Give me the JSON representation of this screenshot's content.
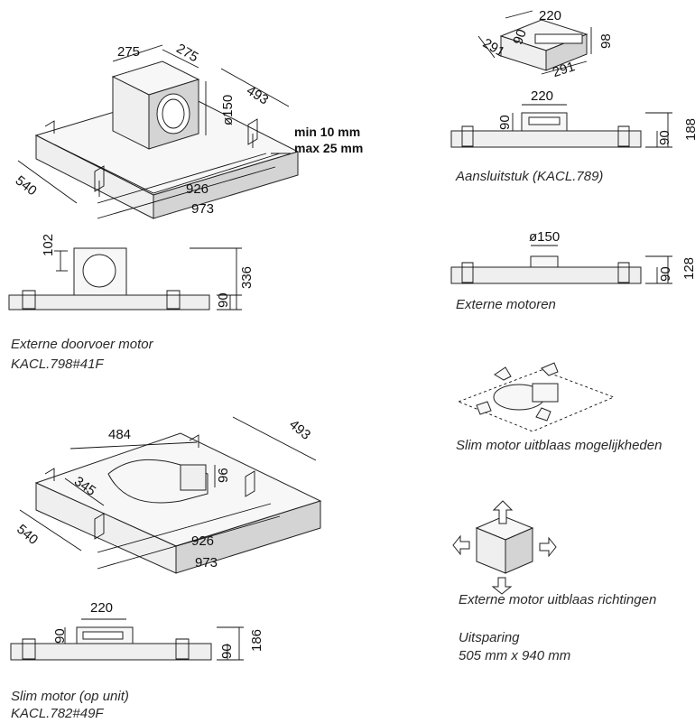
{
  "drawings": {
    "externe_doorvoer_iso": {
      "dim_motor_w": "275",
      "dim_motor_d": "275",
      "dim_depth": "493",
      "dim_dia": "ø150",
      "note_min": "min 10 mm",
      "note_max": "max 25 mm",
      "dim_width_inner": "926",
      "dim_width_outer": "973",
      "dim_side": "540"
    },
    "externe_doorvoer_side": {
      "dim_offset": "102",
      "dim_total": "336",
      "dim_body": "90"
    },
    "aansluitstuk_iso": {
      "dim_len": "220",
      "dim_h": "90",
      "dim_d1": "291",
      "dim_d2": "291",
      "dim_w": "98"
    },
    "aansluitstuk_side": {
      "dim_len": "220",
      "dim_h": "90",
      "dim_body": "90",
      "dim_total": "188"
    },
    "externe_motoren_side": {
      "dim_dia": "ø150",
      "dim_body": "90",
      "dim_total": "128"
    },
    "slim_motor_iso": {
      "dim_len": "484",
      "dim_depth": "493",
      "dim_h": "96",
      "dim_offset": "345",
      "dim_width_inner": "926",
      "dim_width_outer": "973",
      "dim_side": "540"
    },
    "slim_motor_side": {
      "dim_len": "220",
      "dim_h": "90",
      "dim_body": "90",
      "dim_total": "186"
    }
  },
  "captions": {
    "externe_doorvoer_line1": "Externe doorvoer motor",
    "externe_doorvoer_line2": "KACL.798#41F",
    "aansluitstuk": "Aansluitstuk (KACL.789)",
    "externe_motoren": "Externe motoren",
    "slim_uitblaas": "Slim motor uitblaas mogelijkheden",
    "externe_richtingen": "Externe motor uitblaas richtingen",
    "uitsparing_line1": "Uitsparing",
    "uitsparing_line2": "505 mm x 940 mm",
    "slim_motor_line1": "Slim motor (op unit)",
    "slim_motor_line2": "KACL.782#49F"
  }
}
